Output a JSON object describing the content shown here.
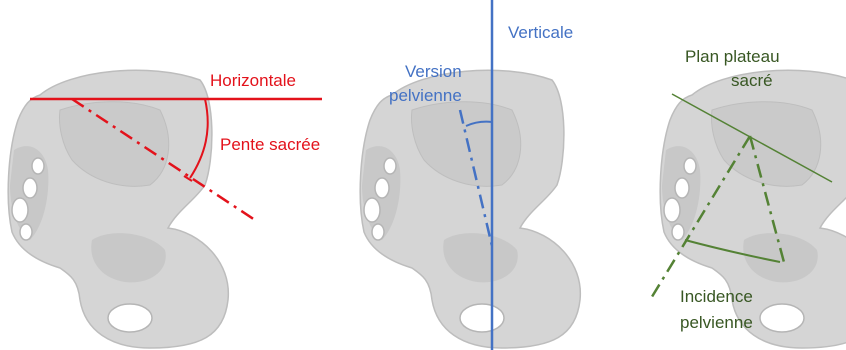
{
  "panels": {
    "pente": {
      "horizontal_label": "Horizontale",
      "angle_label": "Pente sacrée",
      "color": "#e3121b"
    },
    "version": {
      "vertical_label": "Verticale",
      "angle_label_line1": "Version",
      "angle_label_line2": "pelvienne",
      "line_color": "#4472c4",
      "text_color": "#4472c4"
    },
    "incidence": {
      "plane_label_line1": "Plan plateau",
      "plane_label_line2": "sacré",
      "angle_label_line1": "Incidence",
      "angle_label_line2": "pelvienne",
      "line_color": "#548235",
      "text_color": "#385723"
    }
  },
  "icons": [
    "pelvis-bone-illustration"
  ]
}
